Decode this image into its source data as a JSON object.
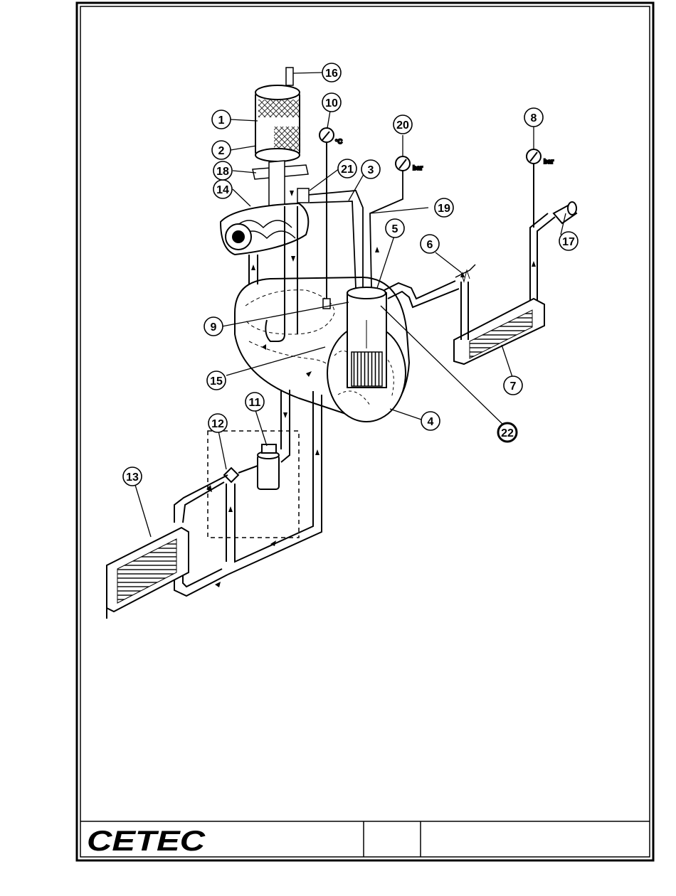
{
  "title_block": {
    "logo": "CETEC",
    "cell_2": "",
    "cell_3": ""
  },
  "gauges": {
    "temperature_unit": "°C",
    "pressure_unit_left": "bar",
    "pressure_unit_right": "bar"
  },
  "callouts": [
    {
      "id": "1",
      "label": "1"
    },
    {
      "id": "2",
      "label": "2"
    },
    {
      "id": "3",
      "label": "3"
    },
    {
      "id": "4",
      "label": "4"
    },
    {
      "id": "5",
      "label": "5"
    },
    {
      "id": "6",
      "label": "6"
    },
    {
      "id": "7",
      "label": "7"
    },
    {
      "id": "8",
      "label": "8"
    },
    {
      "id": "9",
      "label": "9"
    },
    {
      "id": "10",
      "label": "10"
    },
    {
      "id": "11",
      "label": "11"
    },
    {
      "id": "12",
      "label": "12"
    },
    {
      "id": "13",
      "label": "13"
    },
    {
      "id": "14",
      "label": "14"
    },
    {
      "id": "15",
      "label": "15"
    },
    {
      "id": "16",
      "label": "16"
    },
    {
      "id": "17",
      "label": "17"
    },
    {
      "id": "18",
      "label": "18"
    },
    {
      "id": "19",
      "label": "19"
    },
    {
      "id": "20",
      "label": "20"
    },
    {
      "id": "21",
      "label": "21"
    },
    {
      "id": "22",
      "label": "22"
    }
  ],
  "colors": {
    "ink": "#000000",
    "paper": "#ffffff",
    "mesh": "#333333"
  }
}
